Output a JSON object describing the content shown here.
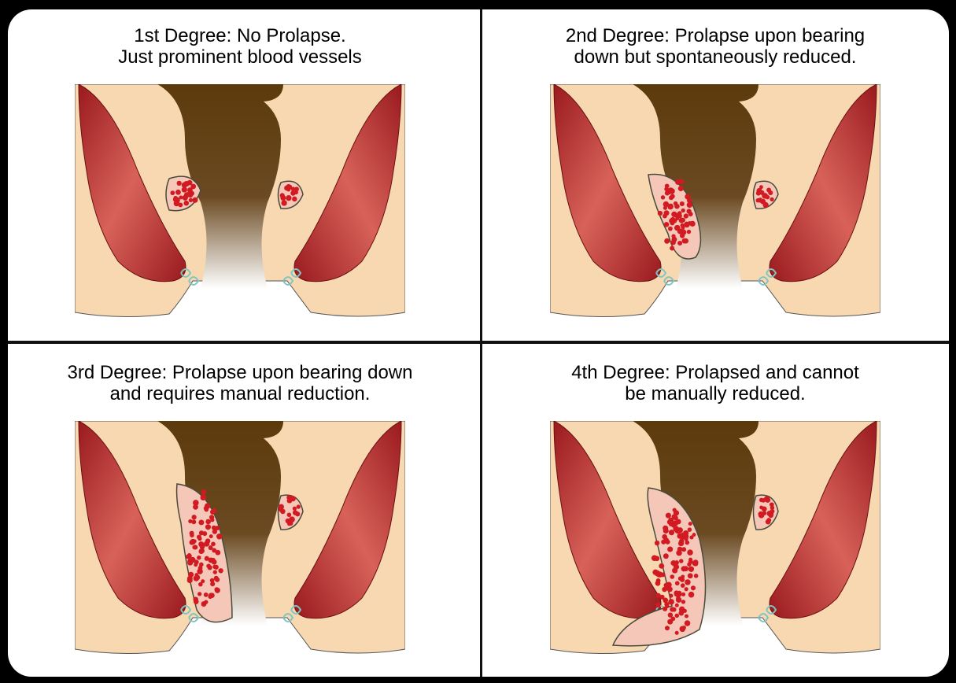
{
  "panels": [
    {
      "title": "1st Degree: No Prolapse.\nJust prominent blood vessels",
      "degree": 1
    },
    {
      "title": "2nd Degree: Prolapse upon bearing\ndown but spontaneously reduced.",
      "degree": 2
    },
    {
      "title": "3rd Degree: Prolapse upon bearing down\nand requires manual reduction.",
      "degree": 3
    },
    {
      "title": "4th Degree: Prolapsed and cannot\nbe manually reduced.",
      "degree": 4
    }
  ],
  "colors": {
    "skin": "#f7d8b0",
    "muscle_dark": "#9a1a1e",
    "muscle_light": "#d8625a",
    "lumen": "#5c3a0c",
    "hemorrhoid": "#f4c7b8",
    "dots": "#d11a22",
    "vessel": "#7fc6c2"
  }
}
